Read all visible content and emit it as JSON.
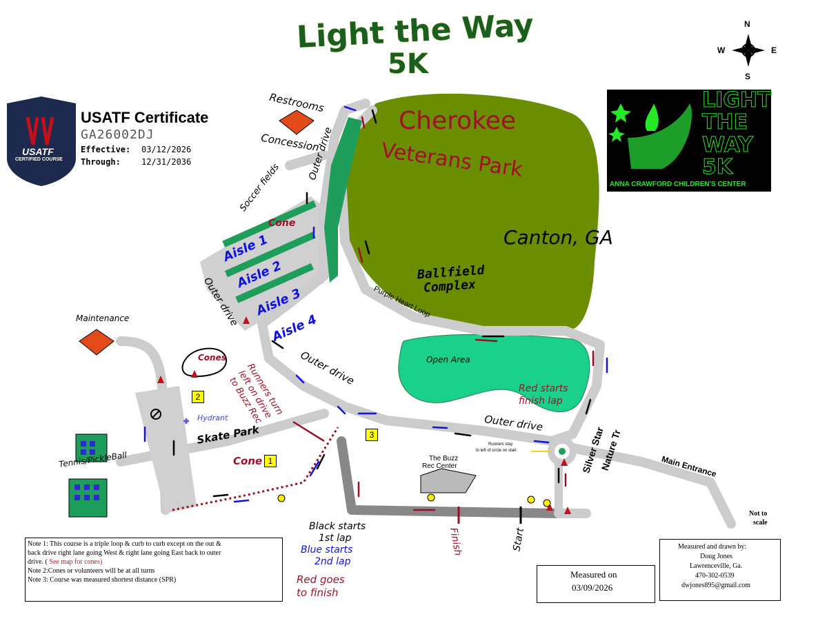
{
  "title": {
    "line1": "Light the Way",
    "line2": "5K"
  },
  "compass": {
    "n": "N",
    "s": "S",
    "e": "E",
    "w": "W"
  },
  "certificate": {
    "heading": "USATF Certificate",
    "code": "GA26002DJ",
    "effective_label": "Effective:",
    "effective_date": "03/12/2026",
    "through_label": "Through:",
    "through_date": "12/31/2036",
    "badge_text": "USATF",
    "badge_subtext": "CERTIFIED COURSE"
  },
  "logo": {
    "line1": "LIGHT",
    "line2": "THE",
    "line3": "WAY",
    "line4": "5K",
    "subtitle": "ANNA CRAWFORD CHILDREN'S CENTER"
  },
  "park": {
    "line1": "Cherokee",
    "line2": "Veterans Park"
  },
  "labels": {
    "canton": "Canton, GA",
    "ballfield1": "Ballfield",
    "ballfield2": "Complex",
    "restrooms": "Restrooms",
    "concession": "Concession",
    "soccer": "Soccer fields",
    "outer_drive": "Outer drive",
    "aisle1": "Aisle 1",
    "aisle2": "Aisle 2",
    "aisle3": "Aisle 3",
    "aisle4": "Aisle 4",
    "cone": "Cone",
    "cones": "Cones",
    "purple_heart": "Purple Heart Loop",
    "open_area": "Open Area",
    "red_starts1": "Red starts",
    "red_starts2": "finish lap",
    "maintenance": "Maintenance",
    "hydrant": "Hydrant",
    "skate_park": "Skate Park",
    "tennis": "Tennis/PickleBall",
    "runners_turn1": "Runners turn",
    "runners_turn2": "left on drive",
    "runners_turn3": "to Buzz Rec",
    "buzz1": "The Buzz",
    "buzz2": "Rec Center",
    "runners_stay1": "Runners stay",
    "runners_stay2": "to left of circle on start",
    "silver_star1": "Silver Star",
    "silver_star2": "Nature Tr",
    "main_entrance": "Main Entrance",
    "not_to1": "Not to",
    "not_to2": "scale",
    "finish": "Finish",
    "start": "Start",
    "sign1": "1",
    "sign2": "2",
    "sign3": "3"
  },
  "legend": {
    "black1": "Black starts",
    "black2": "1st lap",
    "blue1": "Blue starts",
    "blue2": "2nd lap",
    "red1": "Red goes",
    "red2": "to finish"
  },
  "notes": {
    "note1a": "Note 1: This course is a triple loop & curb to curb except on the out &",
    "note1b": "back drive right lane going West & right lane going East back to outer",
    "note1c": "drive. (",
    "note1_link": " See map for cones)",
    "note2": "Note 2:Cones or volunteers will be at all turns",
    "note3": "Note 3: Course was measured shortest distance (SPR)"
  },
  "measured": {
    "label": "Measured on",
    "date": "03/09/2026"
  },
  "author": {
    "line1": "Measured and drawn by:",
    "name": "Doug Jones",
    "city": "Lawrenceville, Ga.",
    "phone": "470-302-0539",
    "email": "dwjones895@gmail.com"
  },
  "colors": {
    "park_green": "#6b8e00",
    "open_area": "#19d18a",
    "road": "#cccccc",
    "run_red": "#9b0f24",
    "run_blue": "#1010e0",
    "usatf_navy": "#1d2a4d",
    "logo_green": "#27e827"
  }
}
